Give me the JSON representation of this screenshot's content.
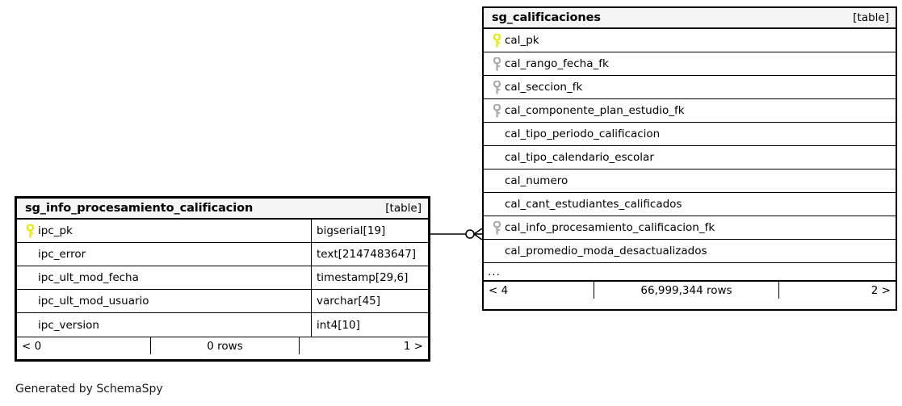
{
  "diagram": {
    "kind_label": "[table]",
    "more_columns_marker": "...",
    "credit": "Generated by SchemaSpy",
    "colors": {
      "primary_key_icon": "#e8e800",
      "foreign_key_icon": "#a9a9a9",
      "header_background": "#f5f5f5",
      "border": "#000000",
      "background": "#ffffff"
    }
  },
  "tables": {
    "left": {
      "name": "sg_info_procesamiento_calificacion",
      "kind": "[table]",
      "columns": [
        {
          "key": "pk",
          "name": "ipc_pk",
          "type": "bigserial[19]"
        },
        {
          "key": "",
          "name": "ipc_error",
          "type": "text[2147483647]"
        },
        {
          "key": "",
          "name": "ipc_ult_mod_fecha",
          "type": "timestamp[29,6]"
        },
        {
          "key": "",
          "name": "ipc_ult_mod_usuario",
          "type": "varchar[45]"
        },
        {
          "key": "",
          "name": "ipc_version",
          "type": "int4[10]"
        }
      ],
      "footer": {
        "prev": "< 0",
        "rows": "0 rows",
        "next": "1 >"
      }
    },
    "right": {
      "name": "sg_calificaciones",
      "kind": "[table]",
      "columns": [
        {
          "key": "pk",
          "name": "cal_pk"
        },
        {
          "key": "fk",
          "name": "cal_rango_fecha_fk"
        },
        {
          "key": "fk",
          "name": "cal_seccion_fk"
        },
        {
          "key": "fk",
          "name": "cal_componente_plan_estudio_fk"
        },
        {
          "key": "",
          "name": "cal_tipo_periodo_calificacion"
        },
        {
          "key": "",
          "name": "cal_tipo_calendario_escolar"
        },
        {
          "key": "",
          "name": "cal_numero"
        },
        {
          "key": "",
          "name": "cal_cant_estudiantes_calificados"
        },
        {
          "key": "fk",
          "name": "cal_info_procesamiento_calificacion_fk"
        },
        {
          "key": "",
          "name": "cal_promedio_moda_desactualizados"
        }
      ],
      "more_marker": "...",
      "footer": {
        "prev": "< 4",
        "rows": "66,999,344 rows",
        "next": "2 >"
      }
    }
  },
  "relationship": {
    "from_table": "sg_info_procesamiento_calificacion",
    "from_column": "ipc_pk",
    "to_table": "sg_calificaciones",
    "to_column": "cal_info_procesamiento_calificacion_fk",
    "source_cardinality": "zero-or-one",
    "target_cardinality": "many"
  }
}
